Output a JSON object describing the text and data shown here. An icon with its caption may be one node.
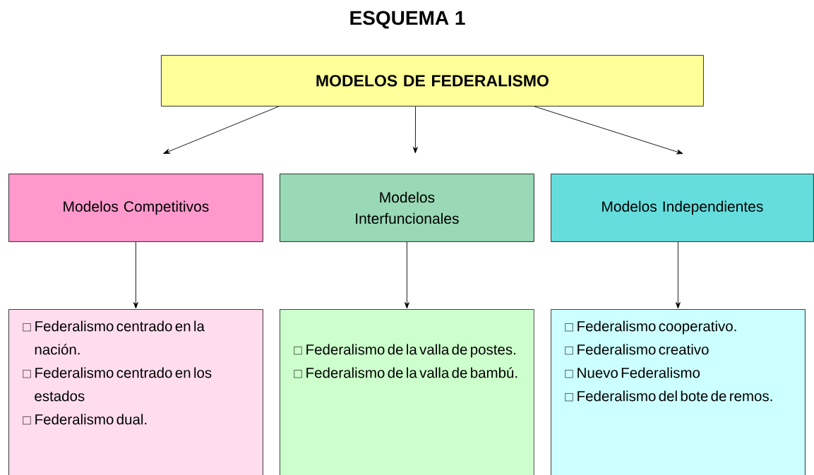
{
  "diagram": {
    "title": "ESQUEMA 1",
    "nodes": [
      {
        "text": [
          "MODELOS DE FEDERALISMO"
        ]
      },
      {
        "text": [
          "Modelos  Competitivos"
        ]
      },
      {
        "text": [
          "Modelos Interfuncionales"
        ]
      },
      {
        "text": [
          "Modelos Independientes"
        ]
      },
      {
        "text": [
          "Federalismo centrado en la nación.",
          "Federalismo centrado en los estados",
          "Federalismo dual."
        ]
      },
      {
        "text": [
          "Federalismo de la valla de postes.",
          "Federalismo de la valla de bambú."
        ]
      },
      {
        "text": [
          "Federalismo cooperativo.",
          "Federalismo creativo",
          "Nuevo Federalismo",
          "Federalismo del bote de remos."
        ]
      }
    ],
    "edges": [
      {
        "from": 0,
        "to": 1,
        "arrow": "to"
      },
      {
        "from": 0,
        "to": 2,
        "arrow": "to"
      },
      {
        "from": 0,
        "to": 3,
        "arrow": "to"
      },
      {
        "from": 1,
        "to": 4,
        "arrow": "to"
      },
      {
        "from": 2,
        "to": 5,
        "arrow": "to"
      },
      {
        "from": 3,
        "to": 6,
        "arrow": "to"
      }
    ]
  }
}
